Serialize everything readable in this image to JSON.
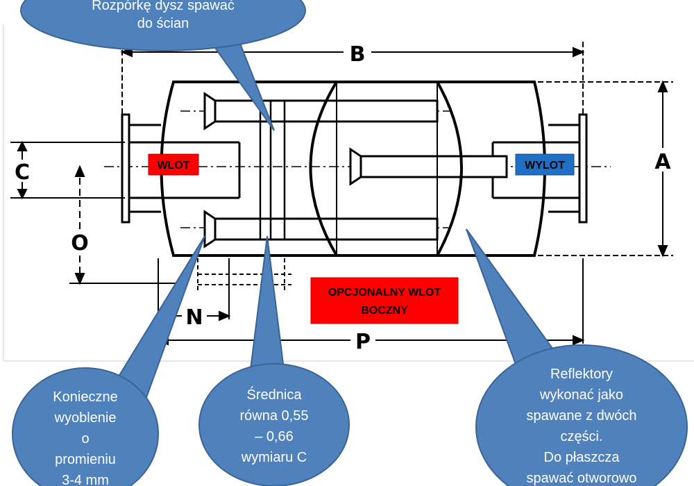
{
  "dimensions": {
    "a": "A",
    "b": "B",
    "c": "C",
    "o": "O",
    "n": "N",
    "p": "P"
  },
  "labels": {
    "inlet": "WLOT",
    "outlet": "WYLOT",
    "side_inlet_line1": "OPCJONALNY WLOT",
    "side_inlet_line2": "BOCZNY"
  },
  "callouts": {
    "top": [
      "Rozpórkę dysz spawać",
      "do ścian"
    ],
    "bottom_left": [
      "Konieczne",
      "wyoblenie",
      "o",
      "promieniu",
      "3-4 mm"
    ],
    "bottom_middle": [
      "Średnica",
      "równa 0,55",
      "– 0,66",
      "wymiaru C"
    ],
    "bottom_right": [
      "Reflektory",
      "wykonać jako",
      "spawane z dwóch",
      "części.",
      "Do płaszcza",
      "spawać otworowo"
    ]
  },
  "colors": {
    "callout_fill": "#4f81bd",
    "callout_stroke": "#3a6494",
    "inlet_fill": "#ff0000",
    "outlet_fill": "#1f6fc4",
    "line": "#000000"
  }
}
